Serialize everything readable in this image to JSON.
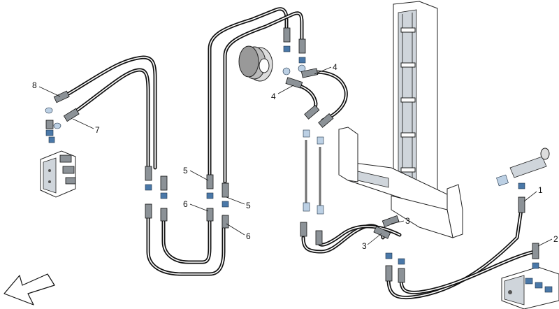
{
  "callouts": [
    {
      "label": "8"
    },
    {
      "label": "7"
    },
    {
      "label": "5"
    },
    {
      "label": "6"
    },
    {
      "label": "5"
    },
    {
      "label": "6"
    },
    {
      "label": "4"
    },
    {
      "label": "4"
    },
    {
      "label": "1"
    },
    {
      "label": "2"
    },
    {
      "label": "3"
    },
    {
      "label": "3"
    }
  ],
  "colors": {
    "line": "#111111",
    "fitting_blue": "#4a78a8",
    "fitting_light": "#bcd0e4",
    "frame_fill": "#cfd5db"
  },
  "icons": [
    "direction-arrow-icon",
    "valve-block-icon",
    "pulley-icon",
    "mast-frame-icon",
    "control-valve-icon"
  ]
}
